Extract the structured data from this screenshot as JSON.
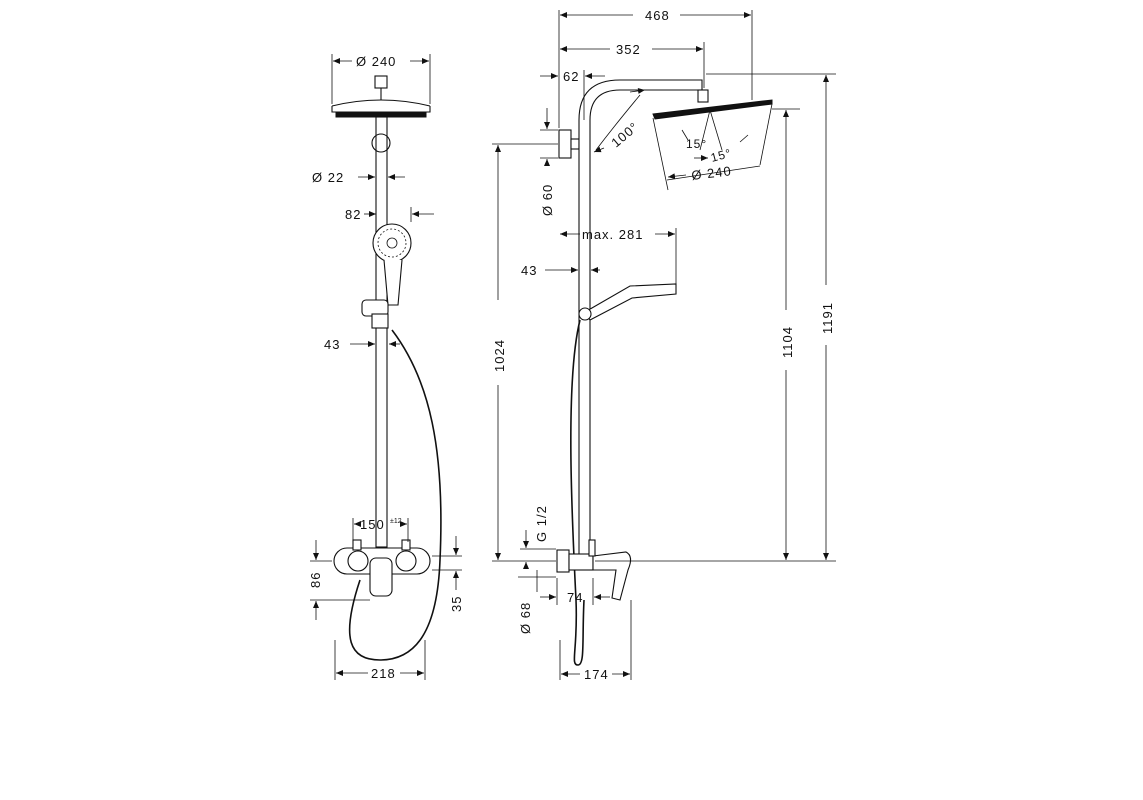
{
  "front_view": {
    "head_diameter": "Ø 240",
    "pipe_diameter": "Ø 22",
    "handshower_offset": "82",
    "holder_offset": "43",
    "centers_label": "150",
    "centers_tolerance": "±12",
    "height_above": "86",
    "height_below": "35",
    "width_bottom": "218"
  },
  "side_view": {
    "overall_reach": "468",
    "arm_reach": "352",
    "wall_offset": "62",
    "tilt_angle": "100°",
    "spray_angle_left": "15°",
    "spray_angle_right": "15°",
    "head_diameter": "Ø 240",
    "bracket_diameter": "Ø 60",
    "max_reach": "max. 281",
    "holder_offset": "43",
    "height_bracket": "1024",
    "height_head": "1104",
    "height_total": "1191",
    "connection": "G 1/2",
    "escutcheon_diameter": "Ø 68",
    "mixer_depth": "74",
    "mixer_projection": "174"
  }
}
